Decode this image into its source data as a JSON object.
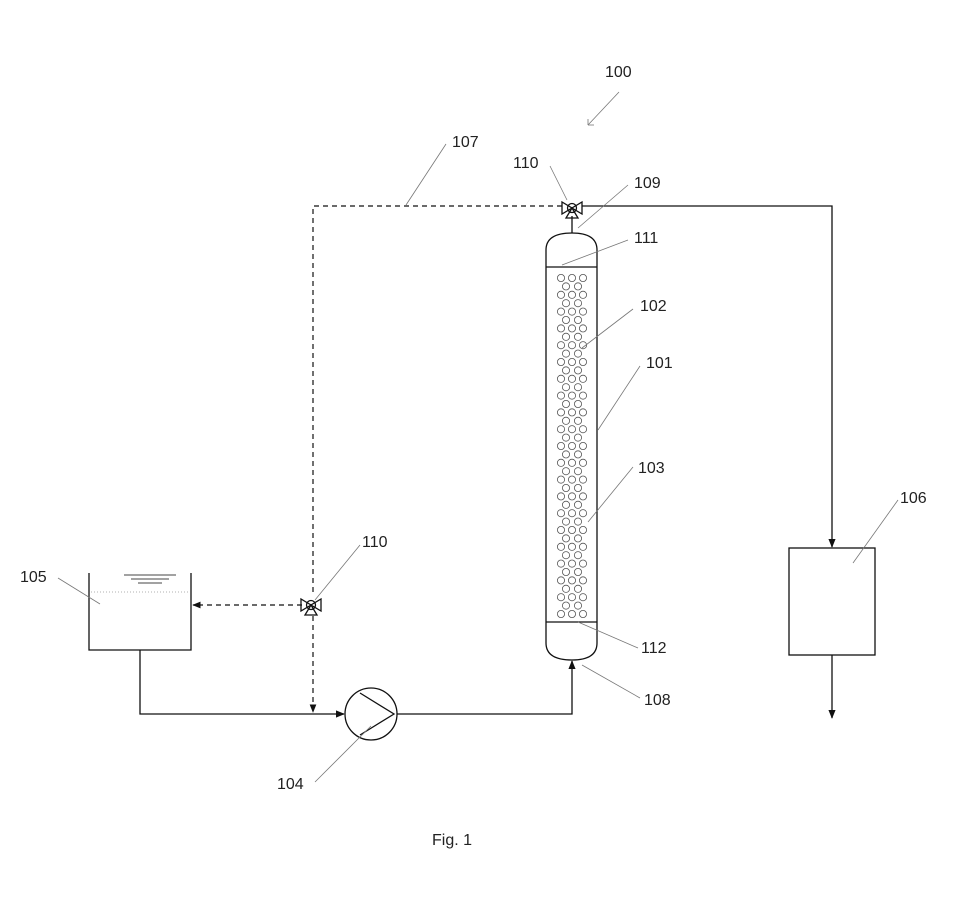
{
  "figure": {
    "caption": "Fig. 1",
    "reference_numerals": {
      "system": "100",
      "column": "101",
      "packing": "102",
      "beads": "103",
      "pump": "104",
      "reservoir": "105",
      "collector": "106",
      "recycle_line": "107",
      "inlet": "108",
      "outlet": "109",
      "valve_top": "110",
      "valve_left": "110",
      "top_frit": "111",
      "bottom_frit": "112"
    }
  }
}
